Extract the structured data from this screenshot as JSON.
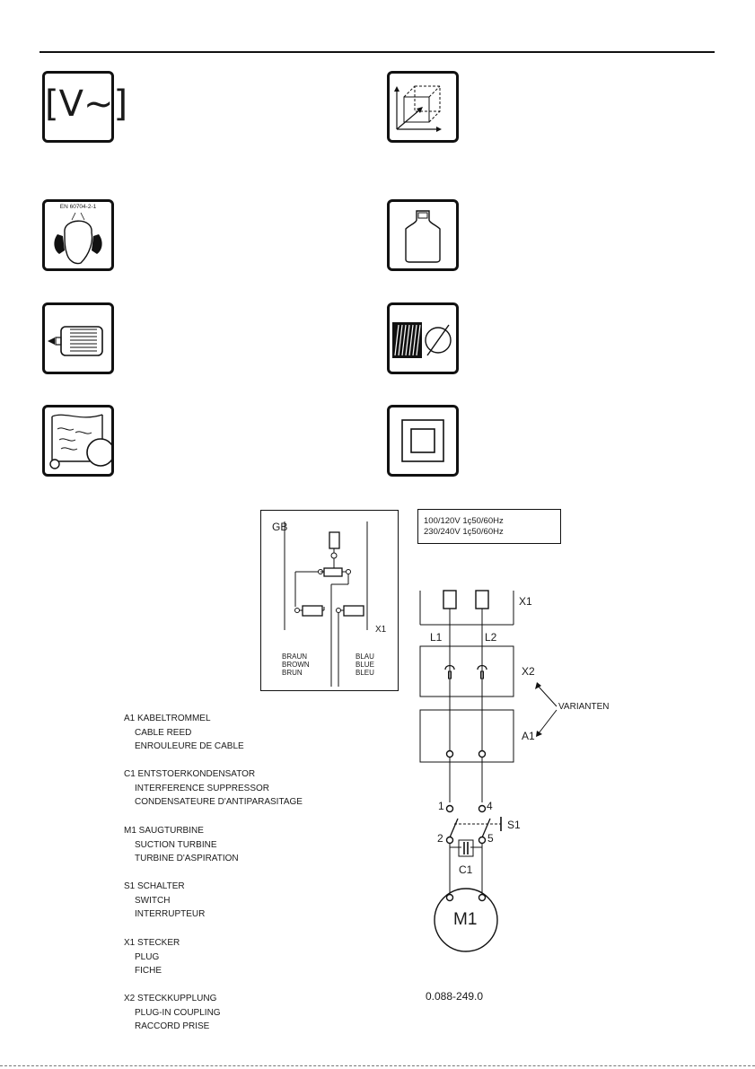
{
  "symbols": {
    "voltage_label": "[V~]",
    "hearing_standard": "EN 60704-2-1"
  },
  "gb_diagram": {
    "region_label": "GB",
    "terminal_label": "X1",
    "brown_labels": [
      "BRAUN",
      "BROWN",
      "BRUN"
    ],
    "blue_labels": [
      "BLAU",
      "BLUE",
      "BLEU"
    ]
  },
  "voltage_specs": [
    "100/120V 1ç50/60Hz",
    "230/240V 1ç50/60Hz"
  ],
  "schematic": {
    "x1": "X1",
    "l1": "L1",
    "l2": "L2",
    "x2": "X2",
    "varianten": "VARIANTEN",
    "a1": "A1",
    "t1": "1",
    "t4": "4",
    "t2": "2",
    "t5": "5",
    "s1": "S1",
    "c1": "C1",
    "m1": "M1",
    "drawing_number": "0.088-249.0"
  },
  "legend": [
    {
      "code": "A1  KABELTROMMEL",
      "lines": [
        "CABLE REED",
        "ENROULEURE DE CABLE"
      ]
    },
    {
      "code": "C1  ENTSTOERKONDENSATOR",
      "lines": [
        "INTERFERENCE SUPPRESSOR",
        "CONDENSATEURE D'ANTIPARASITAGE"
      ]
    },
    {
      "code": "M1  SAUGTURBINE",
      "lines": [
        "SUCTION TURBINE",
        "TURBINE D'ASPIRATION"
      ]
    },
    {
      "code": "S1  SCHALTER",
      "lines": [
        "SWITCH",
        "INTERRUPTEUR"
      ]
    },
    {
      "code": "X1  STECKER",
      "lines": [
        "PLUG",
        "FICHE"
      ]
    },
    {
      "code": "X2  STECKKUPPLUNG",
      "lines": [
        "PLUG-IN COUPLING",
        "RACCORD PRISE"
      ]
    }
  ]
}
